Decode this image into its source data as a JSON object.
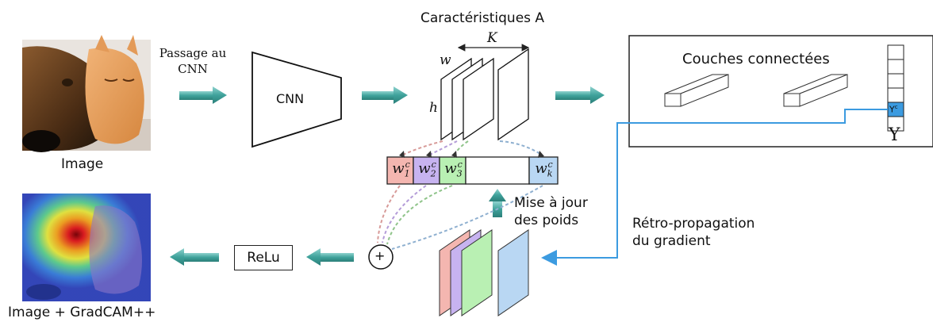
{
  "input_caption": "Image",
  "output_caption": "Image + GradCAM++",
  "pass_label_line1": "Passage au",
  "pass_label_line2": "CNN",
  "cnn_label": "CNN",
  "features_title": "Caractéristiques A",
  "dim_k": "K",
  "dim_w": "w",
  "dim_h": "h",
  "fc_label": "Couches connectées",
  "class_score_label": "Y",
  "class_score_sup": "c",
  "output_vector_label": "Y",
  "weights": [
    {
      "base": "w",
      "sub": "1",
      "sup": "c",
      "color": "#f4b6b0"
    },
    {
      "base": "w",
      "sub": "2",
      "sup": "c",
      "color": "#c7b3f0"
    },
    {
      "base": "w",
      "sub": "3",
      "sup": "c",
      "color": "#b9f0b3"
    },
    {
      "base": "",
      "sub": "",
      "sup": "",
      "color": "#ffffff"
    },
    {
      "base": "w",
      "sub": "k",
      "sup": "c",
      "color": "#b9d7f3"
    }
  ],
  "update_label_line1": "Mise à jour",
  "update_label_line2": "des poids",
  "backprop_line1": "Rétro-propagation",
  "backprop_line2": "du gradient",
  "relu_label": "ReLu",
  "sum_symbol": "+",
  "gradient_map_colors": [
    "#f4b6b0",
    "#c7b3f0",
    "#b9f0b3",
    "#b9d7f3"
  ],
  "arrow_color": "#3a9c96",
  "backprop_color": "#3c9be0"
}
